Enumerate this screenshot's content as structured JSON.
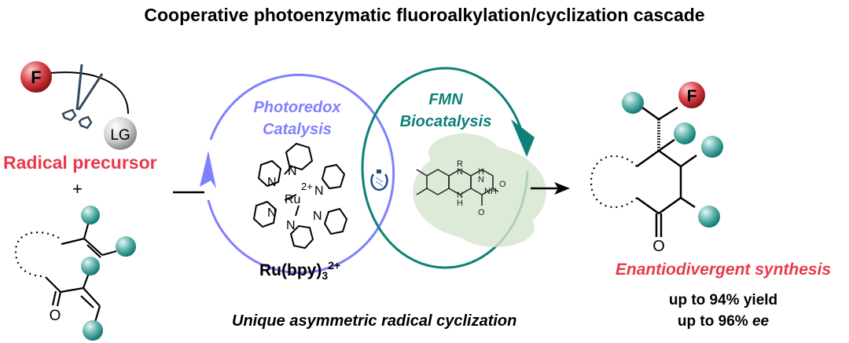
{
  "title": "Cooperative photoenzymatic fluoroalkylation/cyclization cascade",
  "left": {
    "precursor_label": "Radical precursor",
    "plus": "+",
    "f_atom": "F",
    "lg_label": "LG",
    "oxygen": "O"
  },
  "photoredox": {
    "line1": "Photoredox",
    "line2": "Catalysis",
    "catalyst_name": "Ru(bpy)",
    "catalyst_sub": "3",
    "catalyst_charge": "2+",
    "metal": "Ru",
    "charge": "2+",
    "nitrogen": "N",
    "color": "#8080ff"
  },
  "biocatalysis": {
    "line1": "FMN",
    "line2": "Biocatalysis",
    "color": "#0e8078",
    "flavin_labels": {
      "r": "R",
      "h": "H",
      "n": "N",
      "nh": "NH",
      "o": "O"
    }
  },
  "caption": "Unique asymmetric radical cyclization",
  "product": {
    "f_atom": "F",
    "oxygen": "O",
    "label": "Enantiodivergent synthesis",
    "yield": "up to 94% yield",
    "ee_prefix": "up to 96% ",
    "ee_suffix": "ee"
  },
  "colors": {
    "red": "#e8394a",
    "teal_ball": "#2a9d94",
    "lg_ball": "#cccccc"
  }
}
